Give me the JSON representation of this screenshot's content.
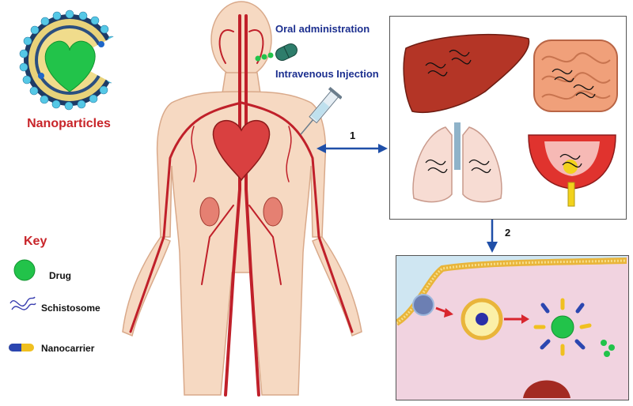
{
  "nanoparticle": {
    "title": "Nanoparticles"
  },
  "routes": {
    "oral": "Oral administration",
    "iv": "Intravenous Injection"
  },
  "steps": {
    "one": "1",
    "two": "2"
  },
  "key": {
    "title": "Key",
    "items": [
      {
        "label": "Drug",
        "icon": "green-circle-icon"
      },
      {
        "label": "Schistosome",
        "icon": "schistosome-icon"
      },
      {
        "label": "Nanocarrier",
        "icon": "nanocarrier-icon"
      }
    ]
  },
  "colors": {
    "title_red": "#c8252a",
    "label_blue": "#1c2f8f",
    "drug_green": "#22c34a",
    "arrow_blue": "#1f4fa8",
    "vessel_red": "#c0202a",
    "skin": "#f6d9c2"
  }
}
